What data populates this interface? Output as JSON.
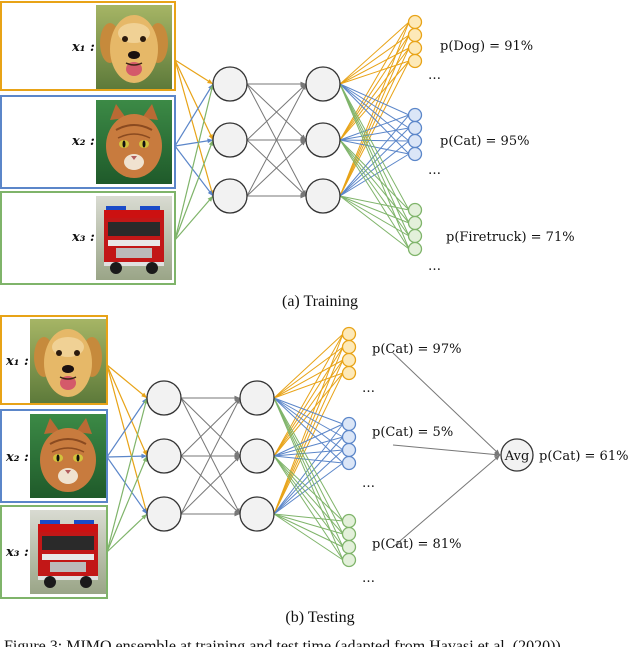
{
  "colors": {
    "dog": "#E8A317",
    "cat": "#5B86C9",
    "truck": "#7FB46A",
    "gray": "#777777",
    "node_fill": "#f2f2f2"
  },
  "training": {
    "inputs": [
      {
        "label": "x₁ :",
        "image": "golden-retriever-photo",
        "color": "#E8A317"
      },
      {
        "label": "x₂ :",
        "image": "tabby-cat-photo",
        "color": "#5B86C9"
      },
      {
        "label": "x₃ :",
        "image": "fire-truck-photo",
        "color": "#7FB46A"
      }
    ],
    "outputs": [
      {
        "label": "p(Dog) = 91%",
        "color": "#E8A317"
      },
      {
        "label": "p(Cat) = 95%",
        "color": "#5B86C9"
      },
      {
        "label": "p(Firetruck) = 71%",
        "color": "#7FB46A"
      }
    ],
    "caption": "(a) Training"
  },
  "testing": {
    "inputs": [
      {
        "label": "x₁ :",
        "image": "golden-retriever-photo",
        "color": "#E8A317"
      },
      {
        "label": "x₂ :",
        "image": "tabby-cat-photo",
        "color": "#5B86C9"
      },
      {
        "label": "x₃ :",
        "image": "fire-truck-photo",
        "color": "#7FB46A"
      }
    ],
    "outputs": [
      {
        "label": "p(Cat) = 97%",
        "color": "#E8A317"
      },
      {
        "label": "p(Cat) = 5%",
        "color": "#5B86C9"
      },
      {
        "label": "p(Cat) = 81%",
        "color": "#7FB46A"
      }
    ],
    "avg_label": "Avg",
    "avg_output": "p(Cat) = 61%",
    "caption": "(b) Testing"
  },
  "ellipsis": "…",
  "figure_caption": "Figure 3: MIMO ensemble at training and test time (adapted from Havasi et al. (2020))."
}
